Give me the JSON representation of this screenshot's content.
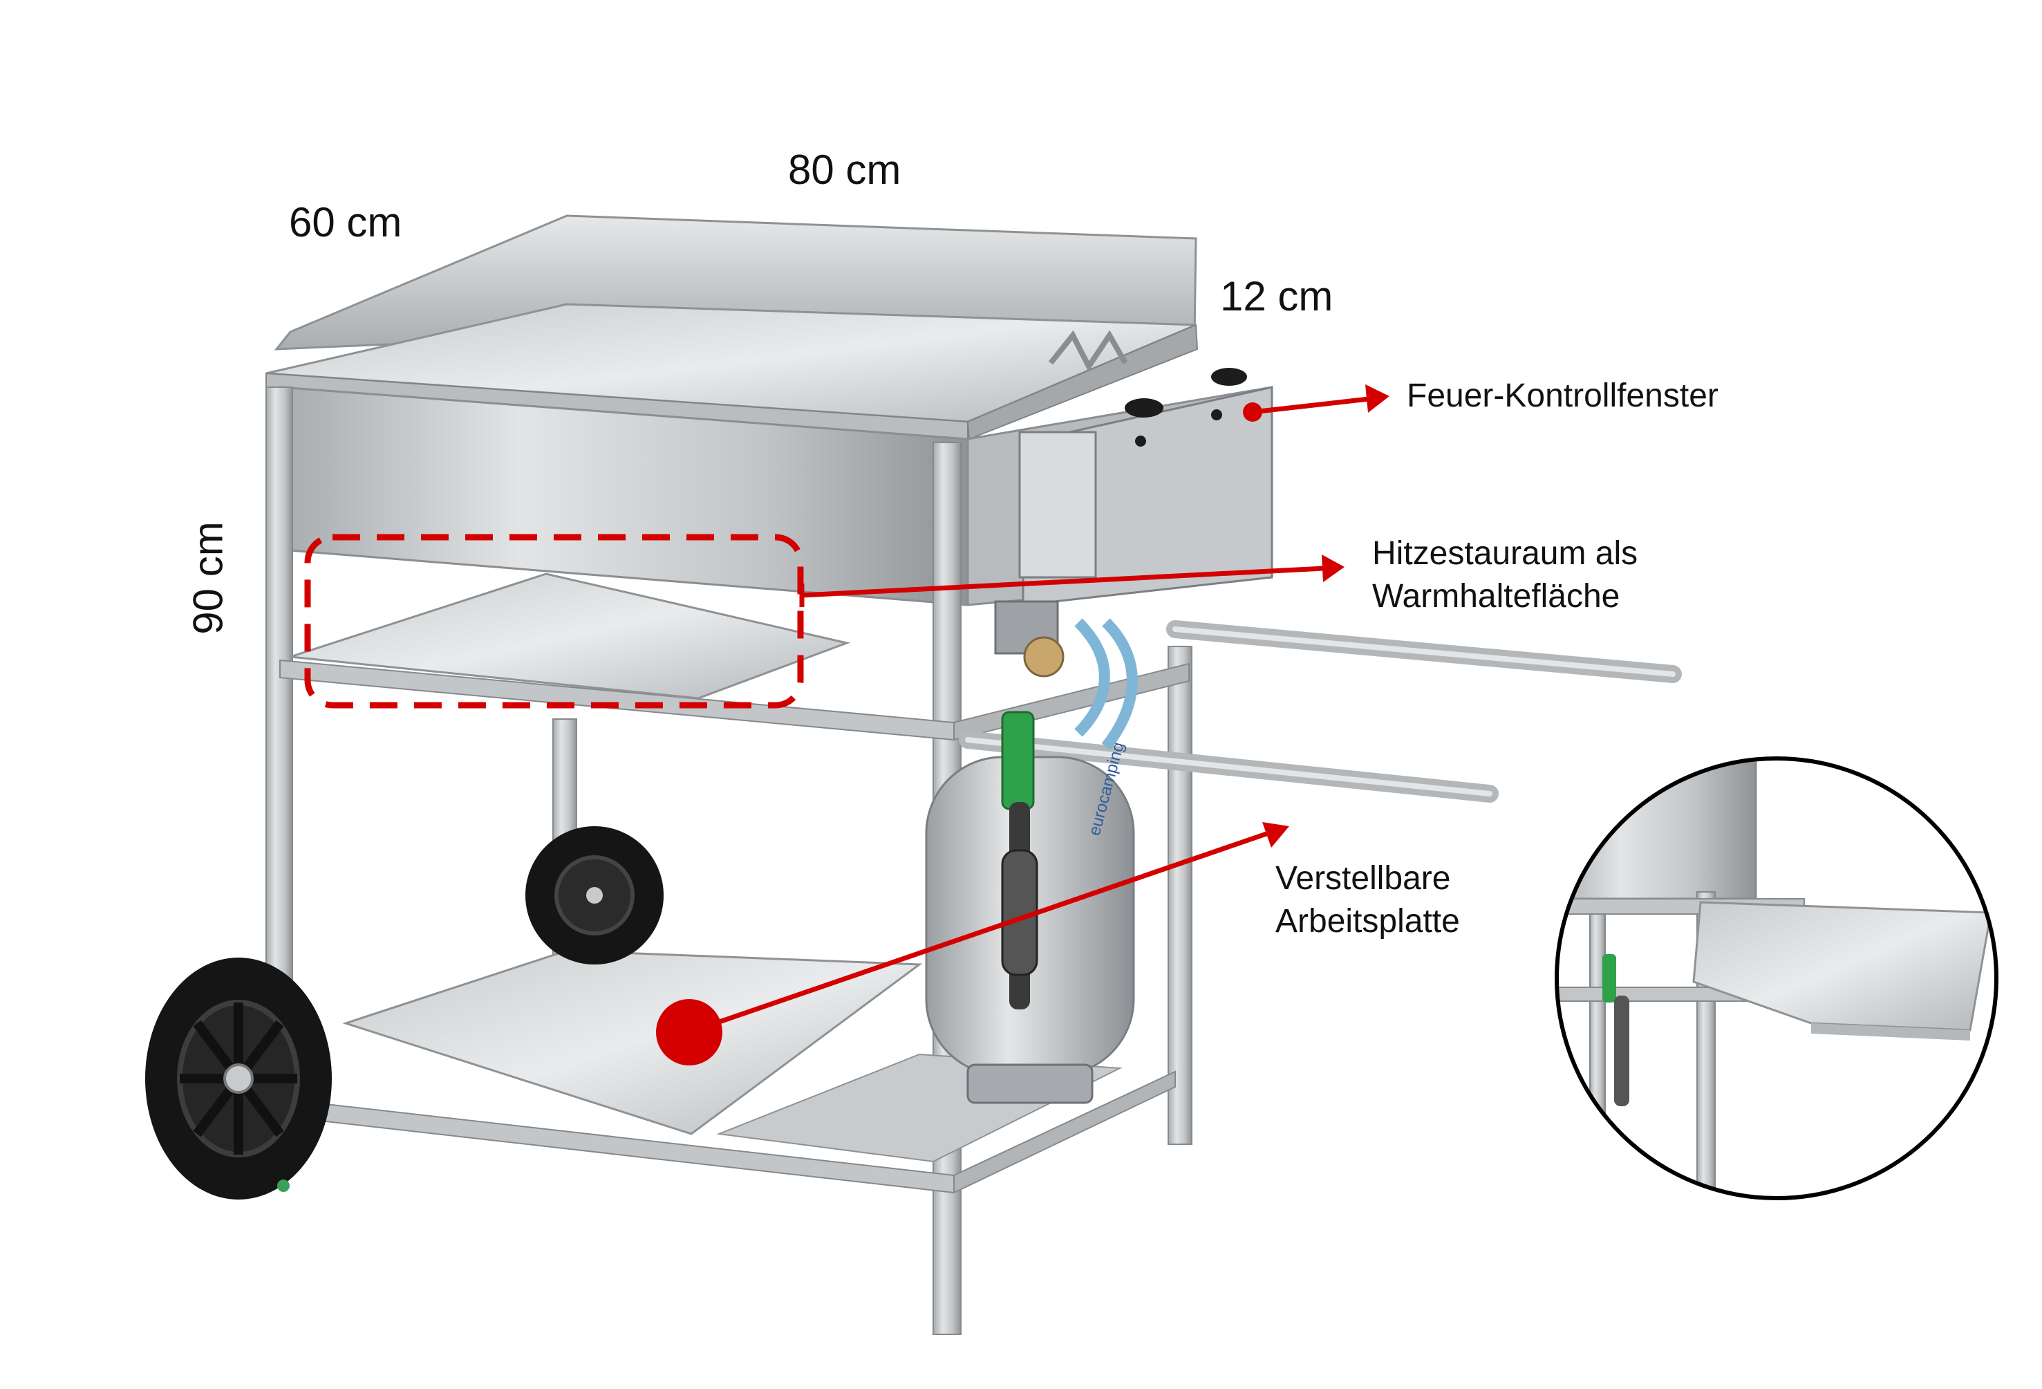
{
  "dimensions": {
    "width": "80 cm",
    "depth": "60 cm",
    "rim_height": "12 cm",
    "height": "90 cm"
  },
  "callouts": {
    "feuer_kontrollfenster": {
      "text": "Feuer-Kontrollfenster"
    },
    "hitzestauraum": {
      "line1": "Hitzestauraum als",
      "line2": "Warmhaltefläche"
    },
    "arbeitsplatte": {
      "line1": "Verstellbare",
      "line2": "Arbeitsplatte"
    }
  },
  "colors": {
    "accent_red": "#d40000",
    "steel": "#c9ccce",
    "tyre": "#151515",
    "inset_border": "#000000"
  },
  "gas_bottle": {
    "brand_text": "eurocamping"
  }
}
